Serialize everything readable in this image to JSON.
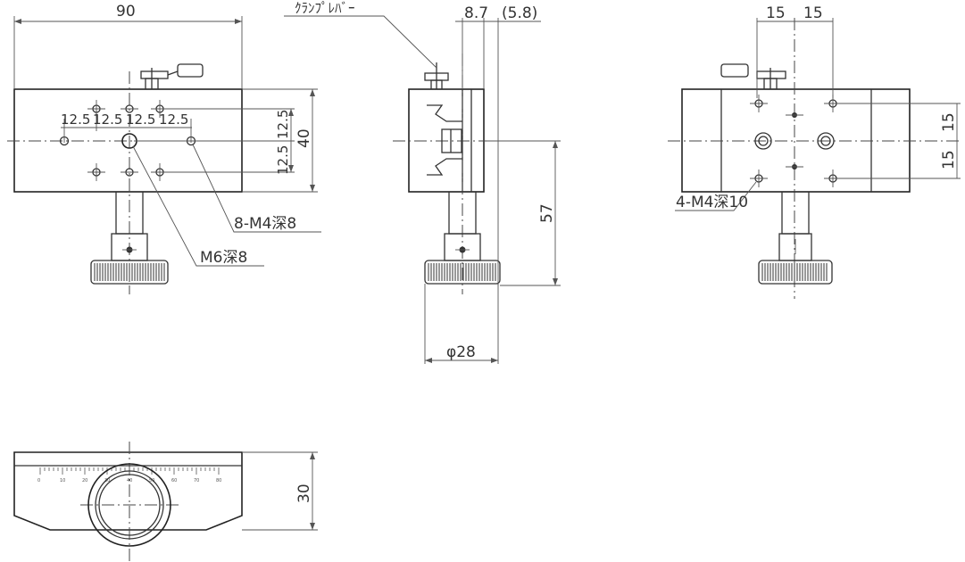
{
  "labels": {
    "dim_width": "90",
    "dim_pitch_1": "12.5",
    "dim_pitch_2": "12.5",
    "dim_pitch_3": "12.5",
    "dim_pitch_4": "12.5",
    "dim_v_pitch_1": "12.5",
    "dim_v_pitch_2": "12.5",
    "dim_height_40": "40",
    "callout_8m4": "8-M4深8",
    "callout_m6": "M6深8",
    "clamp_lever": "ｸﾗﾝﾌﾟﾚﾊﾞｰ",
    "dim_8_7": "8.7",
    "dim_5_8": "(5.8)",
    "dim_57": "57",
    "dim_phi28": "φ28",
    "dim_15_a": "15",
    "dim_15_b": "15",
    "dim_15_c": "15",
    "dim_15_d": "15",
    "callout_4m4": "4-M4深10",
    "dim_30": "30"
  },
  "scale": {
    "ticks": [
      "0",
      "10",
      "20",
      "30",
      "40",
      "50",
      "60",
      "70",
      "80"
    ]
  }
}
